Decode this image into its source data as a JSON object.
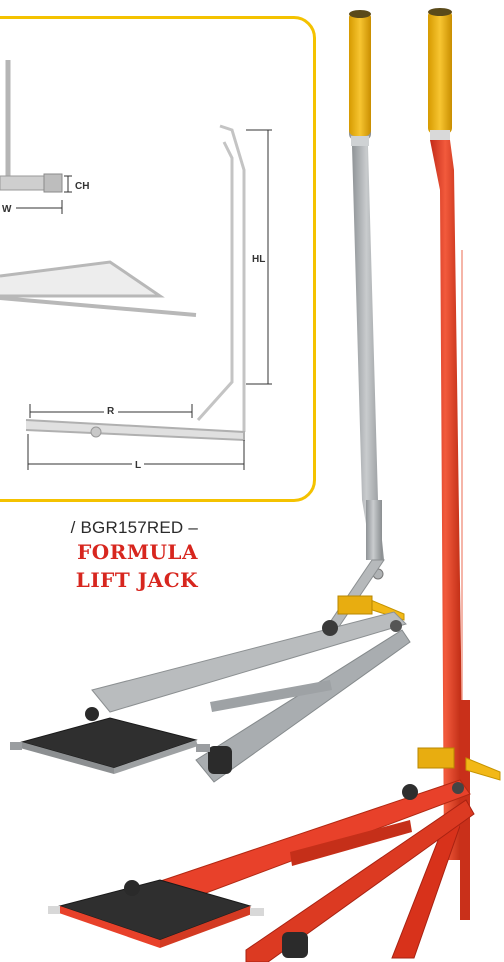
{
  "diagram": {
    "labels": {
      "ch": "CH",
      "w": "W",
      "hl": "HL",
      "r": "R",
      "l": "L"
    }
  },
  "product": {
    "code_line": "/ BGR157RED –",
    "title_line_1": "FORMULA",
    "title_line_2": "LIFT JACK"
  },
  "colors": {
    "panel_border": "#f4c200",
    "title_red": "#d7261e",
    "jack_red": "#e8412a",
    "jack_grey": "#a9adb0",
    "handle_yellow": "#f2b817"
  }
}
